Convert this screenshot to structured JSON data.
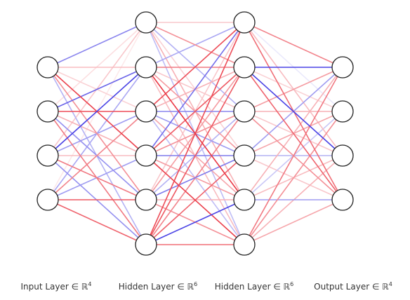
{
  "network": {
    "layers": [
      {
        "label": "Input Layer ∈ ℝ",
        "dim": "4",
        "size": 4
      },
      {
        "label": "Hidden Layer ∈ ℝ",
        "dim": "6",
        "size": 6
      },
      {
        "label": "Hidden Layer ∈ ℝ",
        "dim": "6",
        "size": 6
      },
      {
        "label": "Output Layer ∈ ℝ",
        "dim": "4",
        "size": 4
      }
    ],
    "colors": {
      "positive": "#e8202e",
      "negative": "#2a22e0",
      "node_stroke": "#222222",
      "node_fill": "#ffffff"
    },
    "weights": [
      [
        [
          -0.55,
          0.3,
          0.2,
          0.85,
          0.5,
          -0.35
        ],
        [
          0.15,
          -0.7,
          0.8,
          0.35,
          -0.5,
          0.6
        ],
        [
          0.25,
          -0.85,
          -0.45,
          0.3,
          0.6,
          -0.5
        ],
        [
          0.1,
          -0.4,
          0.55,
          -0.45,
          0.75,
          0.7
        ]
      ],
      [
        [
          0.25,
          0.5,
          -0.35,
          0.2,
          0.35,
          -0.3
        ],
        [
          -0.4,
          0.6,
          0.25,
          0.45,
          0.9,
          0.3
        ],
        [
          0.8,
          0.35,
          -0.55,
          -0.45,
          0.4,
          -0.3
        ],
        [
          -0.65,
          0.75,
          0.5,
          -0.6,
          0.45,
          0.85
        ],
        [
          0.25,
          0.45,
          -0.35,
          -0.6,
          0.35,
          0.5
        ],
        [
          0.8,
          0.75,
          0.55,
          0.7,
          -0.85,
          0.65
        ]
      ],
      [
        [
          0.55,
          -0.1,
          0.3,
          0.65
        ],
        [
          -0.85,
          0.2,
          -0.85,
          0.7
        ],
        [
          0.45,
          0.35,
          0.25,
          0.5
        ],
        [
          -0.45,
          0.4,
          -0.35,
          0.25
        ],
        [
          0.35,
          -0.25,
          0.3,
          -0.45
        ],
        [
          0.6,
          0.5,
          0.35,
          0.4
        ]
      ]
    ]
  }
}
